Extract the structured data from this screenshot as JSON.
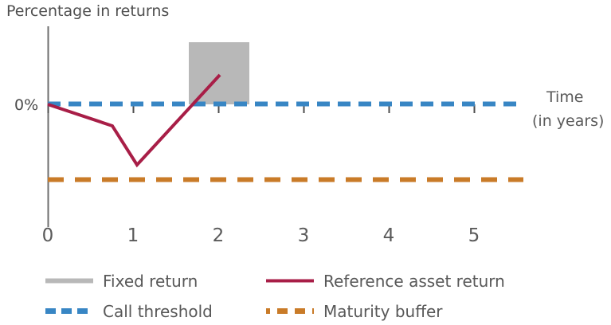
{
  "chart_data": {
    "type": "line",
    "title": "",
    "ylabel": "Percentage in returns",
    "xlabel": "Time",
    "xlabel_sub": "(in years)",
    "xlim": [
      0,
      5.6
    ],
    "ylim": [
      -0.95,
      1.25
    ],
    "xticks": [
      0,
      1,
      2,
      3,
      4,
      5
    ],
    "xtick_labels": [
      "0",
      "1",
      "2",
      "3",
      "4",
      "5"
    ],
    "yticks": [
      0
    ],
    "ytick_labels": [
      "0%"
    ],
    "grid": false,
    "legend_position": "bottom",
    "series": [
      {
        "name": "Fixed return",
        "type": "area-bar",
        "style": "solid",
        "color": "#b8b8b8",
        "x_start": 1.65,
        "x_end": 2.38,
        "y_top": 0.88,
        "y_bottom": 0
      },
      {
        "name": "Reference asset return",
        "type": "line",
        "style": "solid",
        "color": "#a81e47",
        "x": [
          0,
          0.78,
          1.03,
          2.02
        ],
        "y": [
          0,
          -0.23,
          -0.66,
          0.43
        ]
      },
      {
        "name": "Call threshold",
        "type": "hline",
        "style": "dashed",
        "color": "#3886c4",
        "y": 0,
        "x_start": 0,
        "x_end": 5.46
      },
      {
        "name": "Maturity buffer",
        "type": "hline",
        "style": "dashed",
        "color": "#c97b28",
        "y": -0.83,
        "x_start": 0,
        "x_end": 5.46
      }
    ],
    "annotations": []
  },
  "legend": {
    "items": [
      {
        "label": "Fixed return",
        "color": "#b8b8b8",
        "style": "solid"
      },
      {
        "label": "Reference asset return",
        "color": "#a81e47",
        "style": "solid"
      },
      {
        "label": "Call threshold",
        "color": "#3886c4",
        "style": "dashed"
      },
      {
        "label": "Maturity buffer",
        "color": "#c97b28",
        "style": "dashed-dotted"
      }
    ]
  },
  "colors": {
    "fixed_return": "#b8b8b8",
    "reference_asset": "#a81e47",
    "call_threshold": "#3886c4",
    "maturity_buffer": "#c97b28",
    "axis": "#6e6e6e",
    "text": "#585858",
    "background": "#ffffff"
  }
}
